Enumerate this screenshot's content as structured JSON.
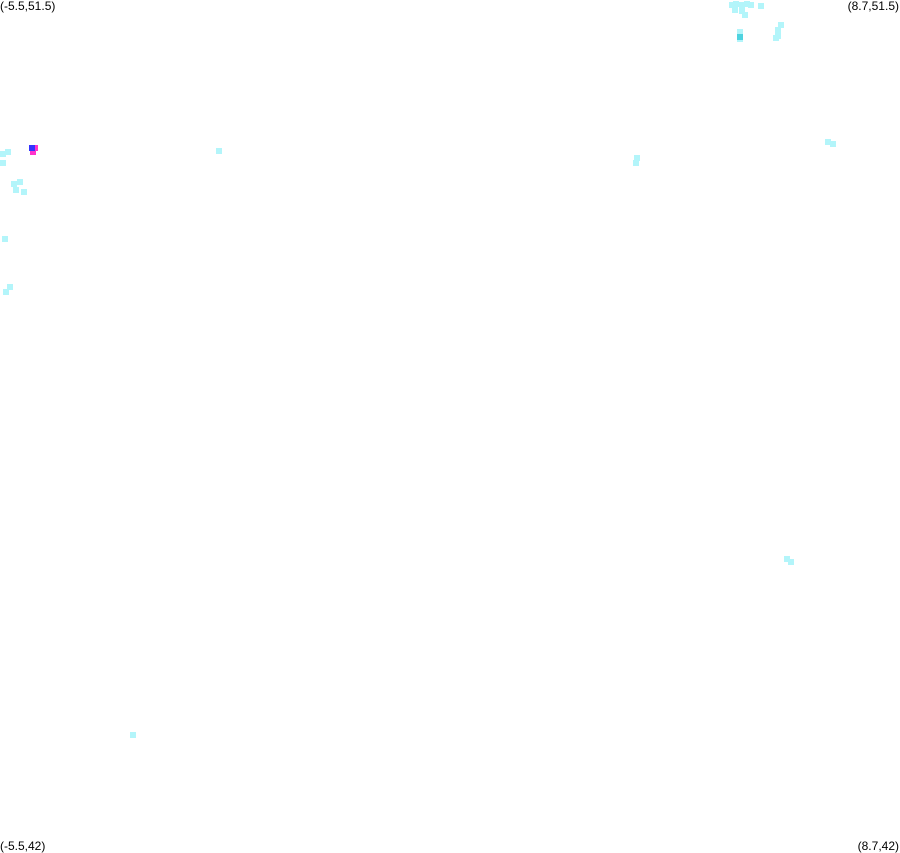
{
  "corners": {
    "top_left": "(-5.5,51.5)",
    "top_right": "(8.7,51.5)",
    "bottom_left": "(-5.5,42)",
    "bottom_right": "(8.7,42)"
  },
  "extent": {
    "lon_min": -5.5,
    "lon_max": 8.7,
    "lat_min": 42,
    "lat_max": 51.5
  },
  "colors": {
    "background": "#ffffff",
    "low": "#b3f5fa",
    "mid": "#4fd3e0",
    "high": "#ff33cc",
    "peak": "#3333ff"
  },
  "cells": [
    {
      "lon": 6.05,
      "lat": 51.44,
      "level": "low"
    },
    {
      "lon": 6.12,
      "lat": 51.45,
      "level": "low"
    },
    {
      "lon": 6.2,
      "lat": 51.44,
      "level": "low"
    },
    {
      "lon": 6.28,
      "lat": 51.45,
      "level": "low"
    },
    {
      "lon": 6.35,
      "lat": 51.44,
      "level": "low"
    },
    {
      "lon": 6.1,
      "lat": 51.39,
      "level": "low"
    },
    {
      "lon": 6.2,
      "lat": 51.38,
      "level": "low"
    },
    {
      "lon": 6.25,
      "lat": 51.33,
      "level": "low"
    },
    {
      "lon": 6.5,
      "lat": 51.43,
      "level": "low"
    },
    {
      "lon": 6.18,
      "lat": 51.14,
      "level": "low"
    },
    {
      "lon": 6.18,
      "lat": 51.06,
      "level": "low"
    },
    {
      "lon": 6.18,
      "lat": 51.09,
      "level": "mid"
    },
    {
      "lon": 6.83,
      "lat": 51.22,
      "level": "low"
    },
    {
      "lon": 6.78,
      "lat": 51.16,
      "level": "low"
    },
    {
      "lon": 6.75,
      "lat": 51.08,
      "level": "low"
    },
    {
      "lon": 6.78,
      "lat": 51.1,
      "level": "low"
    },
    {
      "lon": -5.45,
      "lat": 49.78,
      "level": "low"
    },
    {
      "lon": -5.37,
      "lat": 49.8,
      "level": "low"
    },
    {
      "lon": -5.5,
      "lat": 49.68,
      "level": "low"
    },
    {
      "lon": -5.28,
      "lat": 49.45,
      "level": "low"
    },
    {
      "lon": -5.18,
      "lat": 49.47,
      "level": "low"
    },
    {
      "lon": -5.25,
      "lat": 49.38,
      "level": "low"
    },
    {
      "lon": -5.12,
      "lat": 49.36,
      "level": "low"
    },
    {
      "lon": -5.42,
      "lat": 48.84,
      "level": "low"
    },
    {
      "lon": -5.35,
      "lat": 48.3,
      "level": "low"
    },
    {
      "lon": -5.4,
      "lat": 48.24,
      "level": "low"
    },
    {
      "lon": -5.0,
      "lat": 49.85,
      "level": "peak"
    },
    {
      "lon": -4.95,
      "lat": 49.85,
      "level": "high"
    },
    {
      "lon": -4.98,
      "lat": 49.8,
      "level": "high"
    },
    {
      "lon": -2.05,
      "lat": 49.82,
      "level": "low"
    },
    {
      "lon": 4.55,
      "lat": 49.74,
      "level": "low"
    },
    {
      "lon": 4.53,
      "lat": 49.68,
      "level": "low"
    },
    {
      "lon": 7.57,
      "lat": 49.92,
      "level": "low"
    },
    {
      "lon": 7.65,
      "lat": 49.89,
      "level": "low"
    },
    {
      "lon": 6.92,
      "lat": 45.27,
      "level": "low"
    },
    {
      "lon": 6.98,
      "lat": 45.23,
      "level": "low"
    },
    {
      "lon": -3.4,
      "lat": 43.31,
      "level": "low"
    }
  ]
}
